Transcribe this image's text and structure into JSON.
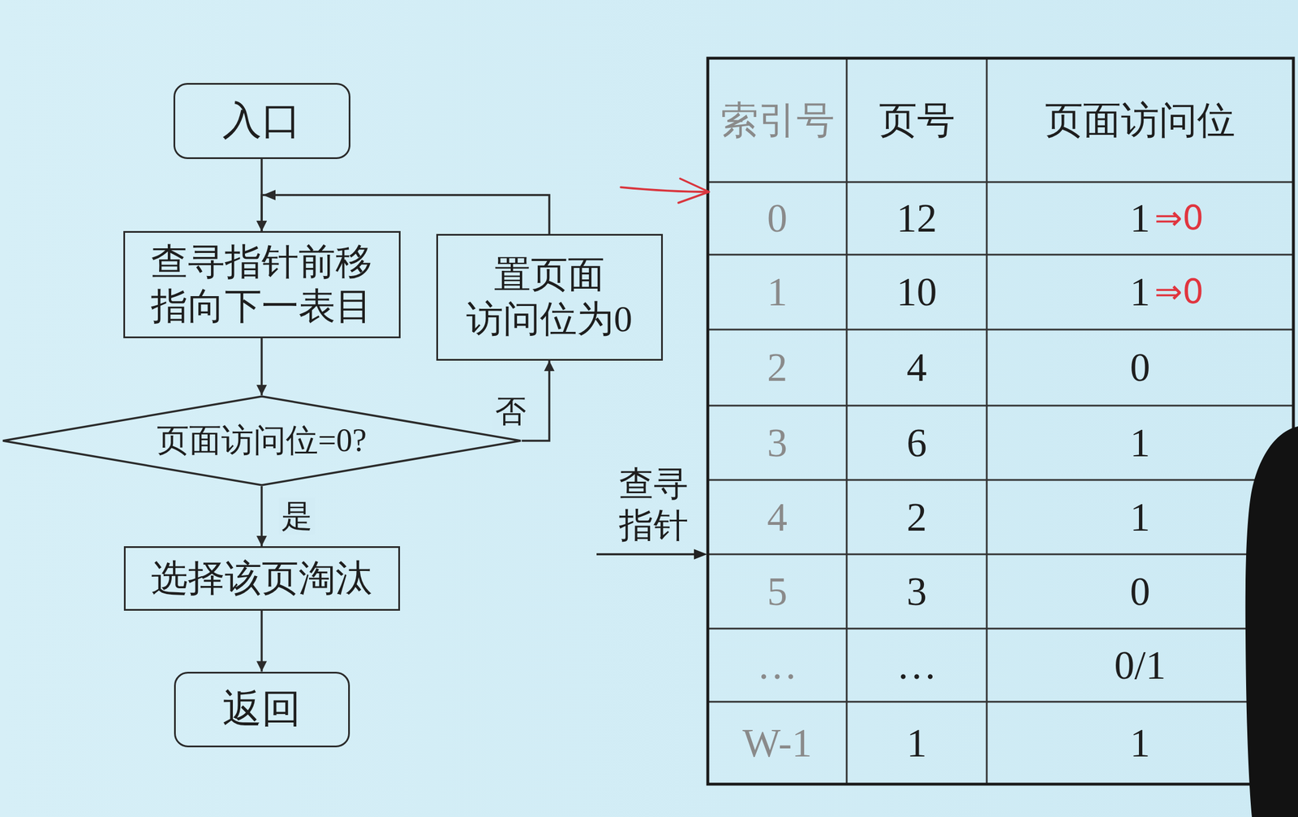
{
  "diagram": {
    "nodes": [
      {
        "text": [
          "入口"
        ]
      },
      {
        "text": [
          "查寻指针前移 指向下一表目"
        ]
      },
      {
        "text": [
          "置页面 访问位为0"
        ]
      },
      {
        "text": [
          "页面访问位=0?"
        ]
      },
      {
        "text": [
          "选择该页淘汰"
        ]
      },
      {
        "text": [
          "返回"
        ]
      }
    ],
    "edges": [
      {
        "from": 0,
        "to": 1,
        "arrow": "to"
      },
      {
        "from": 1,
        "to": 3,
        "arrow": "to"
      },
      {
        "from": 3,
        "to": 4,
        "label": "是",
        "arrow": "to"
      },
      {
        "from": 3,
        "to": 2,
        "label": "否",
        "arrow": "to"
      },
      {
        "from": 2,
        "to": 1,
        "arrow": "to"
      },
      {
        "from": 4,
        "to": 5,
        "arrow": "to"
      }
    ],
    "labels": [
      "索引号",
      "页号",
      "页面访问位",
      "0",
      "12",
      "1",
      "1",
      "10",
      "1",
      "2",
      "4",
      "0",
      "3",
      "6",
      "1",
      "4",
      "2",
      "1",
      "5",
      "3",
      "0",
      "…",
      "…",
      "0/1",
      "W-1",
      "1",
      "1",
      "⇒0",
      "⇒0",
      "查寻 指针"
    ]
  }
}
